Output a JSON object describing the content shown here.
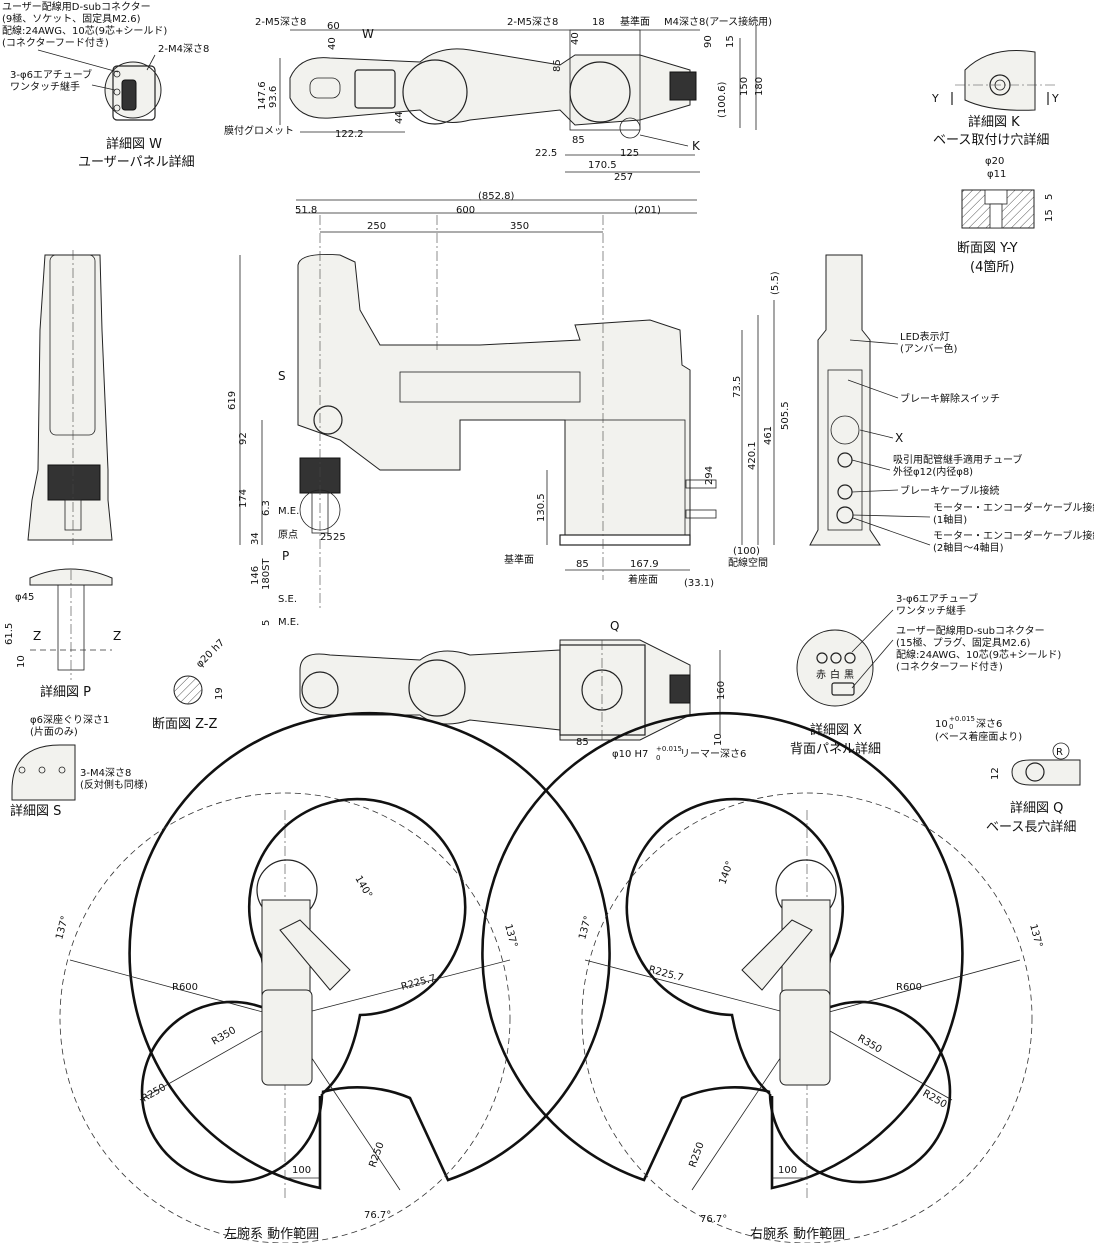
{
  "detail_w": {
    "connector_note": [
      "ユーザー配線用D-subコネクター",
      "(9極、ソケット、固定具M2.6)",
      "配線:24AWG、10芯(9芯+シールド)",
      "(コネクターフード付き)"
    ],
    "screw": "2-M4深さ8",
    "air": [
      "3-φ6エアチューブ",
      "ワンタッチ継手"
    ],
    "caption": [
      "詳細図 W",
      "ユーザーパネル詳細"
    ]
  },
  "top_view": {
    "labels": {
      "m5_a": "2-M5深さ8",
      "d60": "60",
      "w": "W",
      "d40": "40",
      "m5_b": "2-M5深さ8",
      "d18": "18",
      "ref": "基準面",
      "m4": "M4深さ8(アース接続用)",
      "d90": "90",
      "d15": "15",
      "d85": "85",
      "d40b": "40",
      "d1476": "147.6",
      "d936": "93.6",
      "d44": "44",
      "d1222": "122.2",
      "grommet": "膜付グロメット",
      "d1006": "(100.6)",
      "d150": "150",
      "d180": "180",
      "d225": "22.5",
      "d85b": "85",
      "d125": "125",
      "d1705": "170.5",
      "d257": "257",
      "k": "K"
    }
  },
  "detail_k": {
    "y1": "Y",
    "y2": "Y",
    "caption": [
      "詳細図 K",
      "ベース取付け穴詳細"
    ]
  },
  "section_yy": {
    "d20": "φ20",
    "d11": "φ11",
    "d5": "5",
    "d15": "15",
    "caption": [
      "断面図 Y-Y",
      "(4箇所)"
    ]
  },
  "side_view": {
    "labels": {
      "d8528": "(852.8)",
      "d518": "51.8",
      "d600": "600",
      "d201": "(201)",
      "d250": "250",
      "d350": "350",
      "d55": "(5.5)",
      "d619": "619",
      "s": "S",
      "d735": "73.5",
      "d4201": "420.1",
      "d461": "461",
      "d5055": "505.5",
      "d92": "92",
      "d294": "294",
      "d174": "174",
      "d1305": "130.5",
      "d63": "6.3",
      "me": "M.E.",
      "origin": "原点",
      "d34": "34",
      "p": "P",
      "d25a": "25",
      "d25b": "25",
      "ref": "基準面",
      "d146": "146",
      "d180st": "180ST",
      "se": "S.E.",
      "me2": "M.E.",
      "d5": "5",
      "d85": "85",
      "d1679": "167.9",
      "d100": "(100)",
      "wire": "配線空間",
      "seat": "着座面",
      "d331": "(33.1)"
    }
  },
  "back_view": {
    "led": [
      "LED表示灯",
      "(アンバー色)"
    ],
    "brake": "ブレーキ解除スイッチ",
    "x": "X",
    "tube": [
      "吸引用配管継手適用チューブ",
      "外径φ12(内径φ8)"
    ],
    "brake_cable": "ブレーキケーブル接続",
    "motor1": [
      "モーター・エンコーダーケーブル接続",
      "(1軸目)"
    ],
    "motor2": [
      "モーター・エンコーダーケーブル接続",
      "(2軸目〜4軸目)"
    ]
  },
  "detail_p": {
    "d45": "φ45",
    "d615": "61.5",
    "d10": "10",
    "z1": "Z",
    "z2": "Z",
    "caption": "詳細図 P"
  },
  "section_zz": {
    "d20h7": "φ20 h7",
    "d19": "19",
    "caption": "断面図 Z-Z"
  },
  "detail_s": {
    "spot": [
      "φ6深座ぐり深さ1",
      "(片面のみ)"
    ],
    "m4": [
      "3-M4深さ8",
      "(反対側も同様)"
    ],
    "caption": "詳細図 S"
  },
  "bottom_view": {
    "q": "Q",
    "d160": "160",
    "d85": "85",
    "d10": "10",
    "reamer_a": "φ10 H7",
    "reamer_tol": "+0.015",
    "reamer_tol0": "0",
    "reamer_b": "リーマー深さ6"
  },
  "detail_x": {
    "note": [
      "3-φ6エアチューブ",
      "ワンタッチ継手",
      "ユーザー配線用D-subコネクター",
      "(15極、プラグ、固定具M2.6)",
      "配線:24AWG、10芯(9芯+シールド)",
      "(コネクターフード付き)"
    ],
    "colors": [
      "赤",
      "白",
      "黒"
    ],
    "caption": [
      "詳細図 X",
      "背面パネル詳細"
    ]
  },
  "detail_q": {
    "slot": "10",
    "slot_tol": "+0.015",
    "slot_tol0": "0",
    "slot_b": "深さ6",
    "slot_c": "(ベース着座面より)",
    "r": "R",
    "d12": "12",
    "caption": [
      "詳細図 Q",
      "ベース長穴詳細"
    ]
  },
  "range_left": {
    "a140": "140°",
    "a137a": "137°",
    "a137b": "137°",
    "r600": "R600",
    "r2257": "R225.7",
    "r350": "R350",
    "r250a": "R250",
    "r250b": "R250",
    "d100": "100",
    "a767": "76.7°",
    "caption": "左腕系 動作範囲"
  },
  "range_right": {
    "a140": "140°",
    "a137a": "137°",
    "a137b": "137°",
    "r600": "R600",
    "r2257": "R225.7",
    "r350": "R350",
    "r250a": "R250",
    "r250b": "R250",
    "d100": "100",
    "a767": "76.7°",
    "caption": "右腕系 動作範囲"
  }
}
